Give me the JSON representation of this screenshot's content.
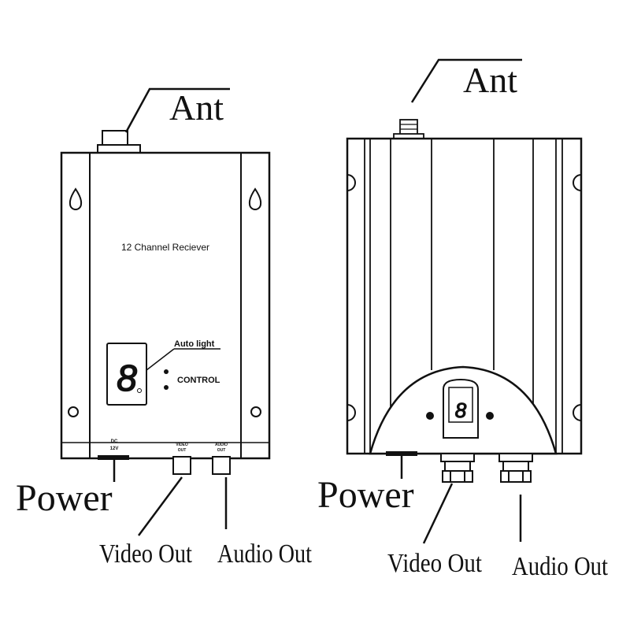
{
  "left_unit": {
    "ant_label": "Ant",
    "panel_title": "12 Channel Reciever",
    "auto_light_label": "Auto light",
    "control_label": "CONTROL",
    "display_digit": "8",
    "dc_label_line1": "DC",
    "dc_label_line2": "12V",
    "video_port_line1": "VIDEO",
    "video_port_line2": "OUT",
    "audio_port_line1": "AUDIO",
    "audio_port_line2": "OUT",
    "power_label": "Power",
    "video_out_label": "Video Out",
    "audio_out_label": "Audio Out"
  },
  "right_unit": {
    "ant_label": "Ant",
    "display_digit": "8",
    "power_label": "Power",
    "video_out_label": "Video Out",
    "audio_out_label": "Audio Out"
  }
}
